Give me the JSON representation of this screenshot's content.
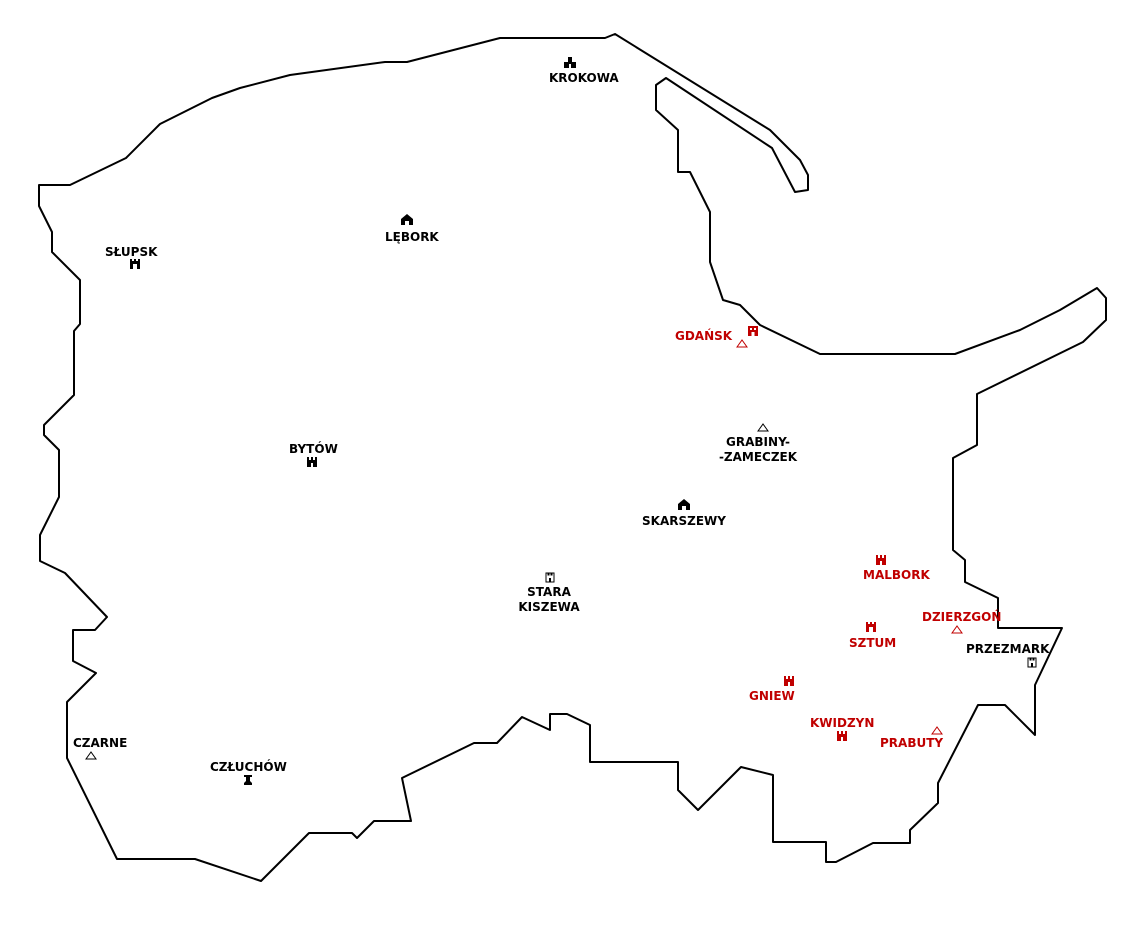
{
  "colors": {
    "outline": "#000000",
    "default_label": "#000000",
    "highlight_label": "#c00000"
  },
  "places": [
    {
      "id": "krokowa",
      "name": "KROKOWA",
      "icon": "manor-icon",
      "highlight": false
    },
    {
      "id": "lebork",
      "name": "LĘBORK",
      "icon": "house-icon",
      "highlight": false
    },
    {
      "id": "slupsk",
      "name": "SŁUPSK",
      "icon": "castle-icon",
      "highlight": false
    },
    {
      "id": "gdansk",
      "name": "GDAŃSK",
      "icon": "gate-icon",
      "highlight": true
    },
    {
      "id": "grabiny",
      "name": "GRABINY-\n-ZAMECZEK",
      "icon": "ruin-icon",
      "highlight": false
    },
    {
      "id": "bytow",
      "name": "BYTÓW",
      "icon": "fortress-icon",
      "highlight": false
    },
    {
      "id": "skarszewy",
      "name": "SKARSZEWY",
      "icon": "house-icon",
      "highlight": false
    },
    {
      "id": "malbork",
      "name": "MALBORK",
      "icon": "fortress-icon",
      "highlight": true
    },
    {
      "id": "stara",
      "name": "STARA\nKISZEWA",
      "icon": "tower-icon",
      "highlight": false
    },
    {
      "id": "dzierzgon",
      "name": "DZIERZGOŃ",
      "icon": "ruin-icon",
      "highlight": true
    },
    {
      "id": "sztum",
      "name": "SZTUM",
      "icon": "castle-icon",
      "highlight": true
    },
    {
      "id": "przezmark",
      "name": "PRZEZMARK",
      "icon": "tower-icon",
      "highlight": false
    },
    {
      "id": "gniew",
      "name": "GNIEW",
      "icon": "fortress-icon",
      "highlight": true
    },
    {
      "id": "kwidzyn",
      "name": "KWIDZYN",
      "icon": "fortress-icon",
      "highlight": true
    },
    {
      "id": "prabuty",
      "name": "PRABUTY",
      "icon": "ruin-icon",
      "highlight": true
    },
    {
      "id": "czarne",
      "name": "CZARNE",
      "icon": "ruin-icon",
      "highlight": false
    },
    {
      "id": "czluchow",
      "name": "CZŁUCHÓW",
      "icon": "keep-icon",
      "highlight": false
    }
  ]
}
